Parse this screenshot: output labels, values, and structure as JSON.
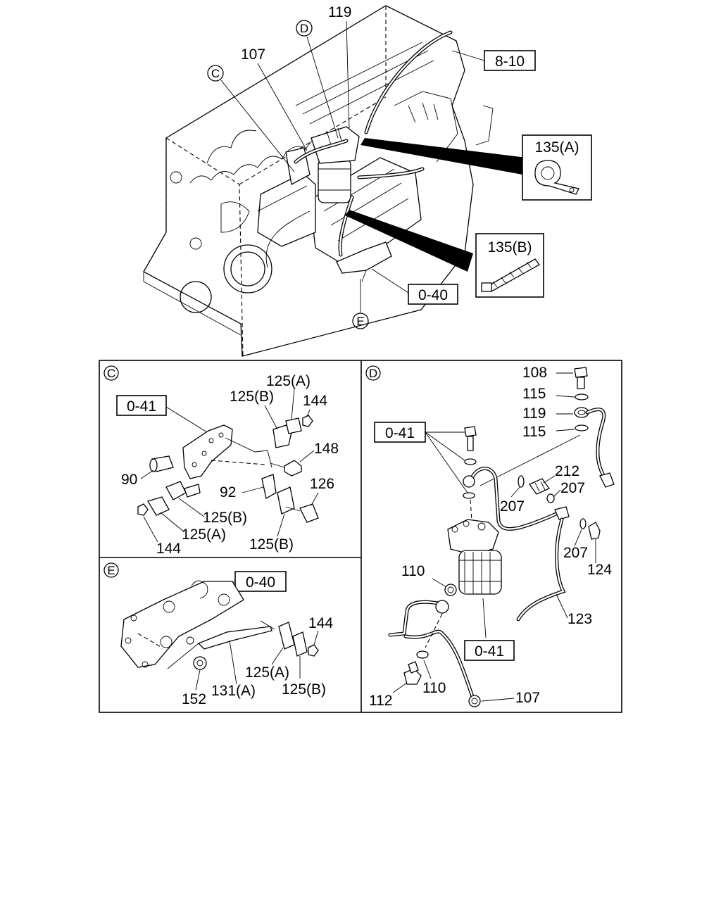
{
  "callouts": {
    "c": "C",
    "d": "D",
    "e": "E"
  },
  "main": {
    "l119": "119",
    "l107": "107",
    "ref810": "8-10",
    "l135a": "135(A)",
    "l135b": "135(B)",
    "ref040": "0-40"
  },
  "panel_c": {
    "tag": "C",
    "ref041": "0-41",
    "l125a_top": "125(A)",
    "l125b_top": "125(B)",
    "l144_top": "144",
    "l148": "148",
    "l90": "90",
    "l92": "92",
    "l126": "126",
    "l125b_mid": "125(B)",
    "l125a_bot": "125(A)",
    "l144_bot": "144",
    "l125b_bot": "125(B)"
  },
  "panel_d": {
    "tag": "D",
    "l108": "108",
    "l115_top": "115",
    "l119": "119",
    "l115_bot": "115",
    "ref041_top": "0-41",
    "l212": "212",
    "l207_a": "207",
    "l207_b": "207",
    "l207_c": "207",
    "l124": "124",
    "l110_top": "110",
    "l123": "123",
    "ref041_bot": "0-41",
    "l112": "112",
    "l110_bot": "110",
    "l107": "107"
  },
  "panel_e": {
    "tag": "E",
    "ref040": "0-40",
    "l144": "144",
    "l125a": "125(A)",
    "l125b": "125(B)",
    "l152": "152",
    "l131a": "131(A)"
  }
}
